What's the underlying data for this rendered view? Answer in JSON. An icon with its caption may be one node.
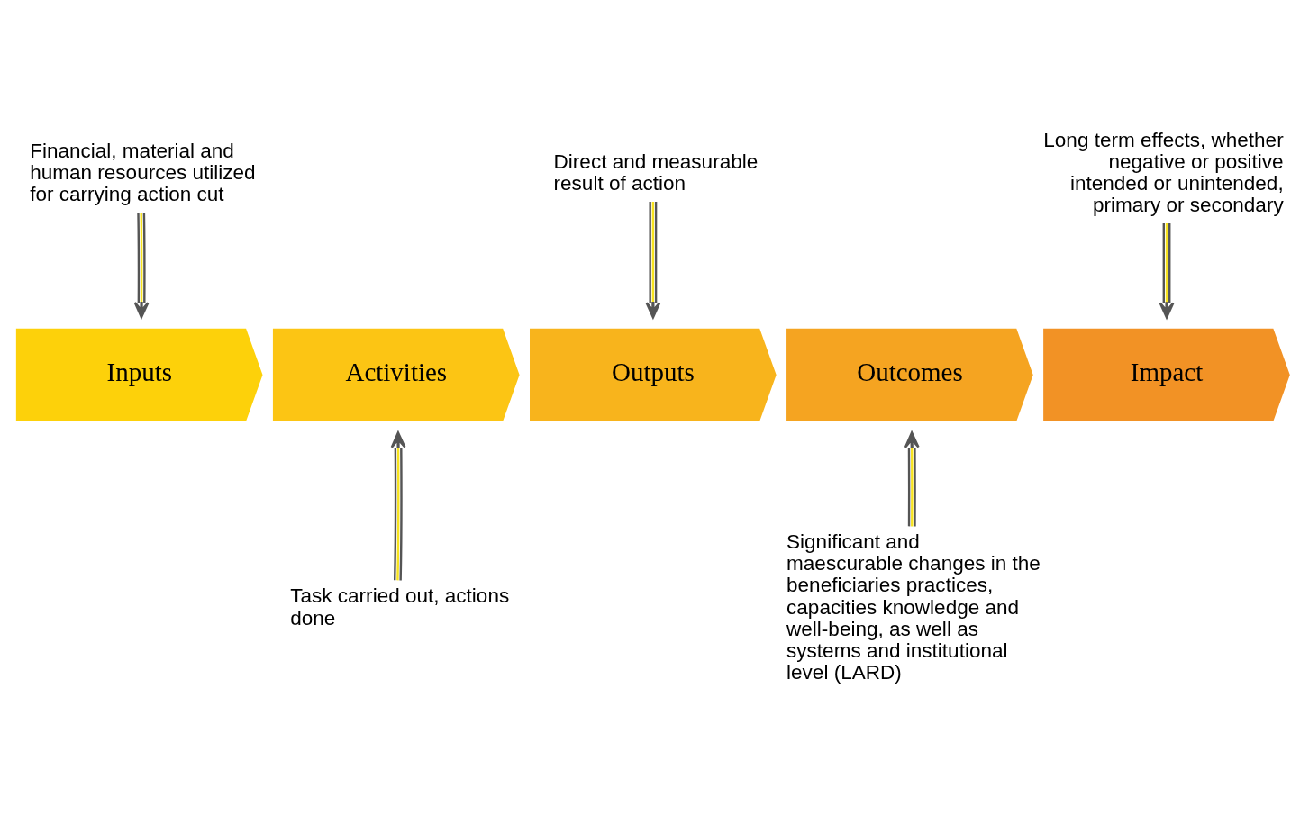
{
  "diagram": {
    "nodes": [
      {
        "text": [
          "Inputs"
        ]
      },
      {
        "text": [
          "Activities"
        ]
      },
      {
        "text": [
          "Outputs"
        ]
      },
      {
        "text": [
          "Outcomes"
        ]
      },
      {
        "text": [
          "Impact"
        ]
      },
      {
        "text": [
          "Financial, material and human resources utilized for carrying action cut"
        ]
      },
      {
        "text": [
          "Direct and measurable result of action"
        ]
      },
      {
        "text": [
          "Long term effects, whether negative or positive intended or unintended, primary or secondary"
        ]
      },
      {
        "text": [
          "Task carried out, actions done"
        ]
      },
      {
        "text": [
          "Significant and maescurable changes in the beneficiaries practices, capacities knowledge and well-being, as well as systems and institutional level (LARD)"
        ]
      }
    ],
    "edges": [
      {
        "from": 5,
        "to": 0,
        "arrow": "to"
      },
      {
        "from": 6,
        "to": 2,
        "arrow": "to"
      },
      {
        "from": 7,
        "to": 4,
        "arrow": "to"
      },
      {
        "from": 8,
        "to": 1,
        "arrow": "to"
      },
      {
        "from": 9,
        "to": 3,
        "arrow": "to"
      }
    ]
  }
}
